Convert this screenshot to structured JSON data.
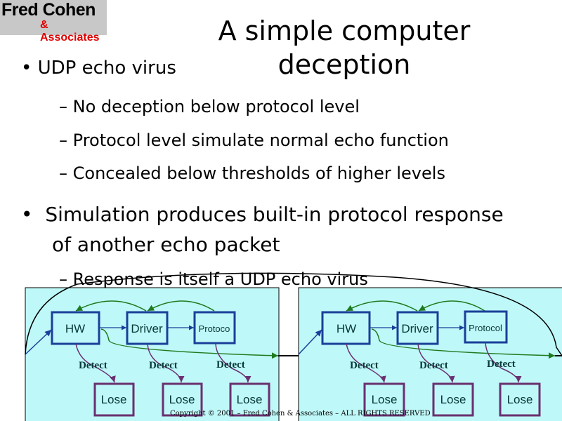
{
  "logo": {
    "line1": "Fred Cohen",
    "line2": "& Associates"
  },
  "title": "A simple computer deception",
  "bullets": [
    {
      "text": "UDP echo virus",
      "subs": [
        "No deception below protocol level",
        "Protocol level simulate normal echo function",
        "Concealed below thresholds of higher levels"
      ]
    },
    {
      "text": "Simulation produces built-in protocol response of another echo packet",
      "subs": [
        "Response is itself a UDP echo virus"
      ]
    }
  ],
  "diagram": {
    "left": {
      "boxes": [
        "HW",
        "Driver",
        "Protoco"
      ],
      "detect": "Detect",
      "lose": "Lose"
    },
    "right": {
      "boxes": [
        "HW",
        "Driver",
        "Protocol"
      ],
      "detect": "Detect",
      "lose": "Lose"
    }
  },
  "copyright": "Copyright © 2001 – Fred Cohen & Associates – ALL RIGHTS RESERVED",
  "colors": {
    "panel": "#bff8f8",
    "box": "#1a3f9a",
    "lose": "#6a3070",
    "green": "#1e7a1e",
    "logo_red": "#e00000"
  }
}
